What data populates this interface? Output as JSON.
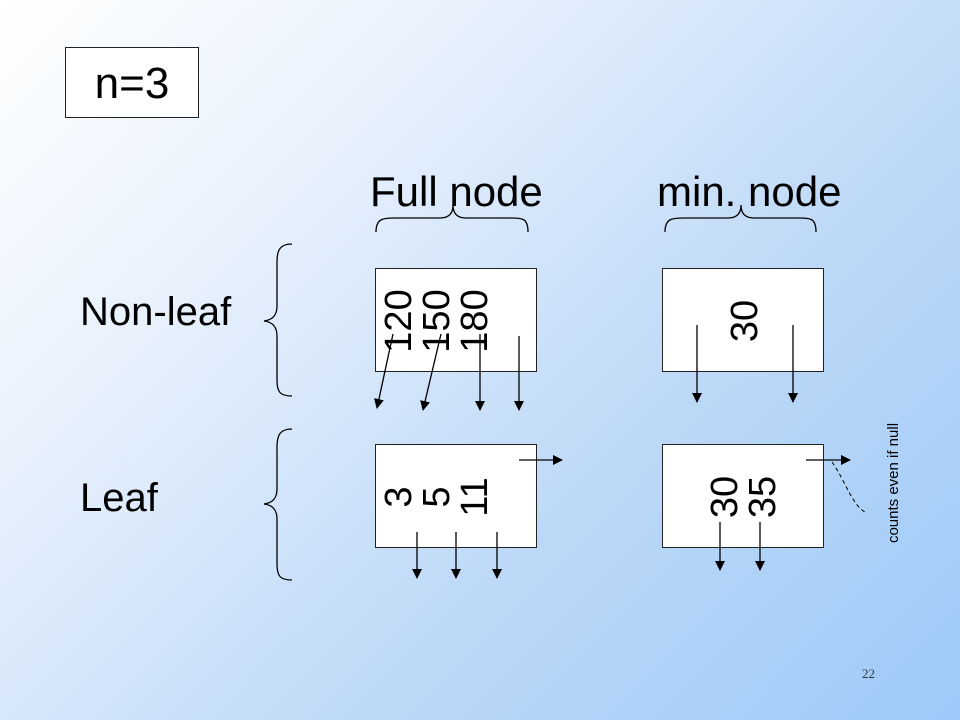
{
  "title": "n=3",
  "columns": {
    "full": "Full node",
    "min": "min. node"
  },
  "rows": {
    "nonleaf": "Non-leaf",
    "leaf": "Leaf"
  },
  "nodes": {
    "full_nonleaf": [
      "120",
      "150",
      "180"
    ],
    "min_nonleaf": [
      "30"
    ],
    "full_leaf": [
      "3",
      "5",
      "11"
    ],
    "min_leaf": [
      "30",
      "35"
    ]
  },
  "annotation": "counts even if null",
  "page_number": "22"
}
